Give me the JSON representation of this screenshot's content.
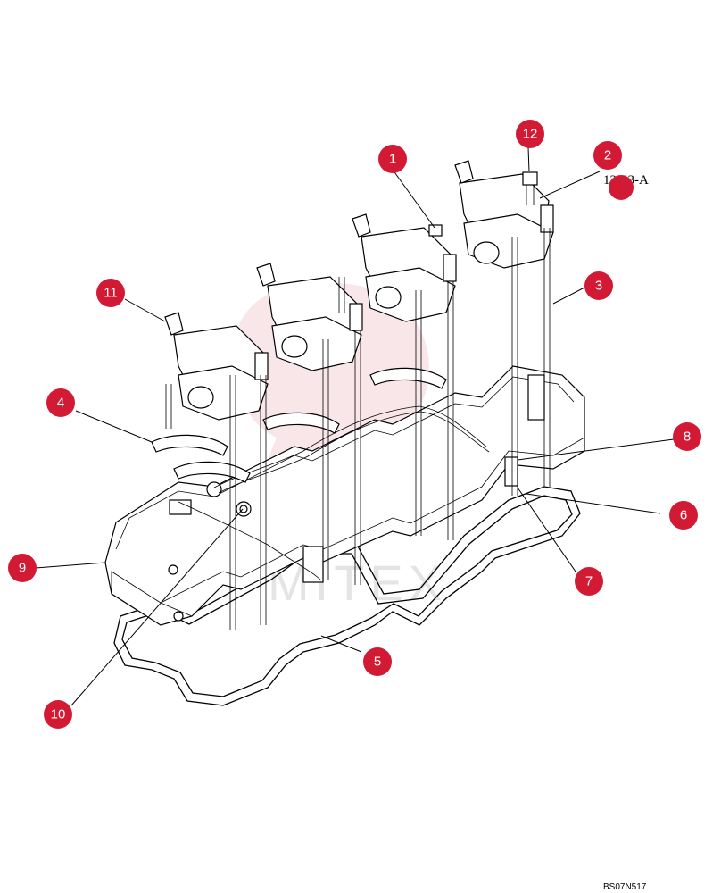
{
  "diagram": {
    "reference_label": "12-33-A",
    "figure_code": "BS07N517",
    "watermark": "MITEX",
    "accent_color": "#d31a35",
    "callouts": [
      {
        "id": "c1",
        "label": "1"
      },
      {
        "id": "c2",
        "label": "2"
      },
      {
        "id": "c3",
        "label": "3"
      },
      {
        "id": "c4",
        "label": "4"
      },
      {
        "id": "c5",
        "label": "5"
      },
      {
        "id": "c6",
        "label": "6"
      },
      {
        "id": "c7",
        "label": "7"
      },
      {
        "id": "c8",
        "label": "8"
      },
      {
        "id": "c9",
        "label": "9"
      },
      {
        "id": "c10",
        "label": "10"
      },
      {
        "id": "c11",
        "label": "11"
      },
      {
        "id": "c12",
        "label": "12"
      }
    ]
  }
}
